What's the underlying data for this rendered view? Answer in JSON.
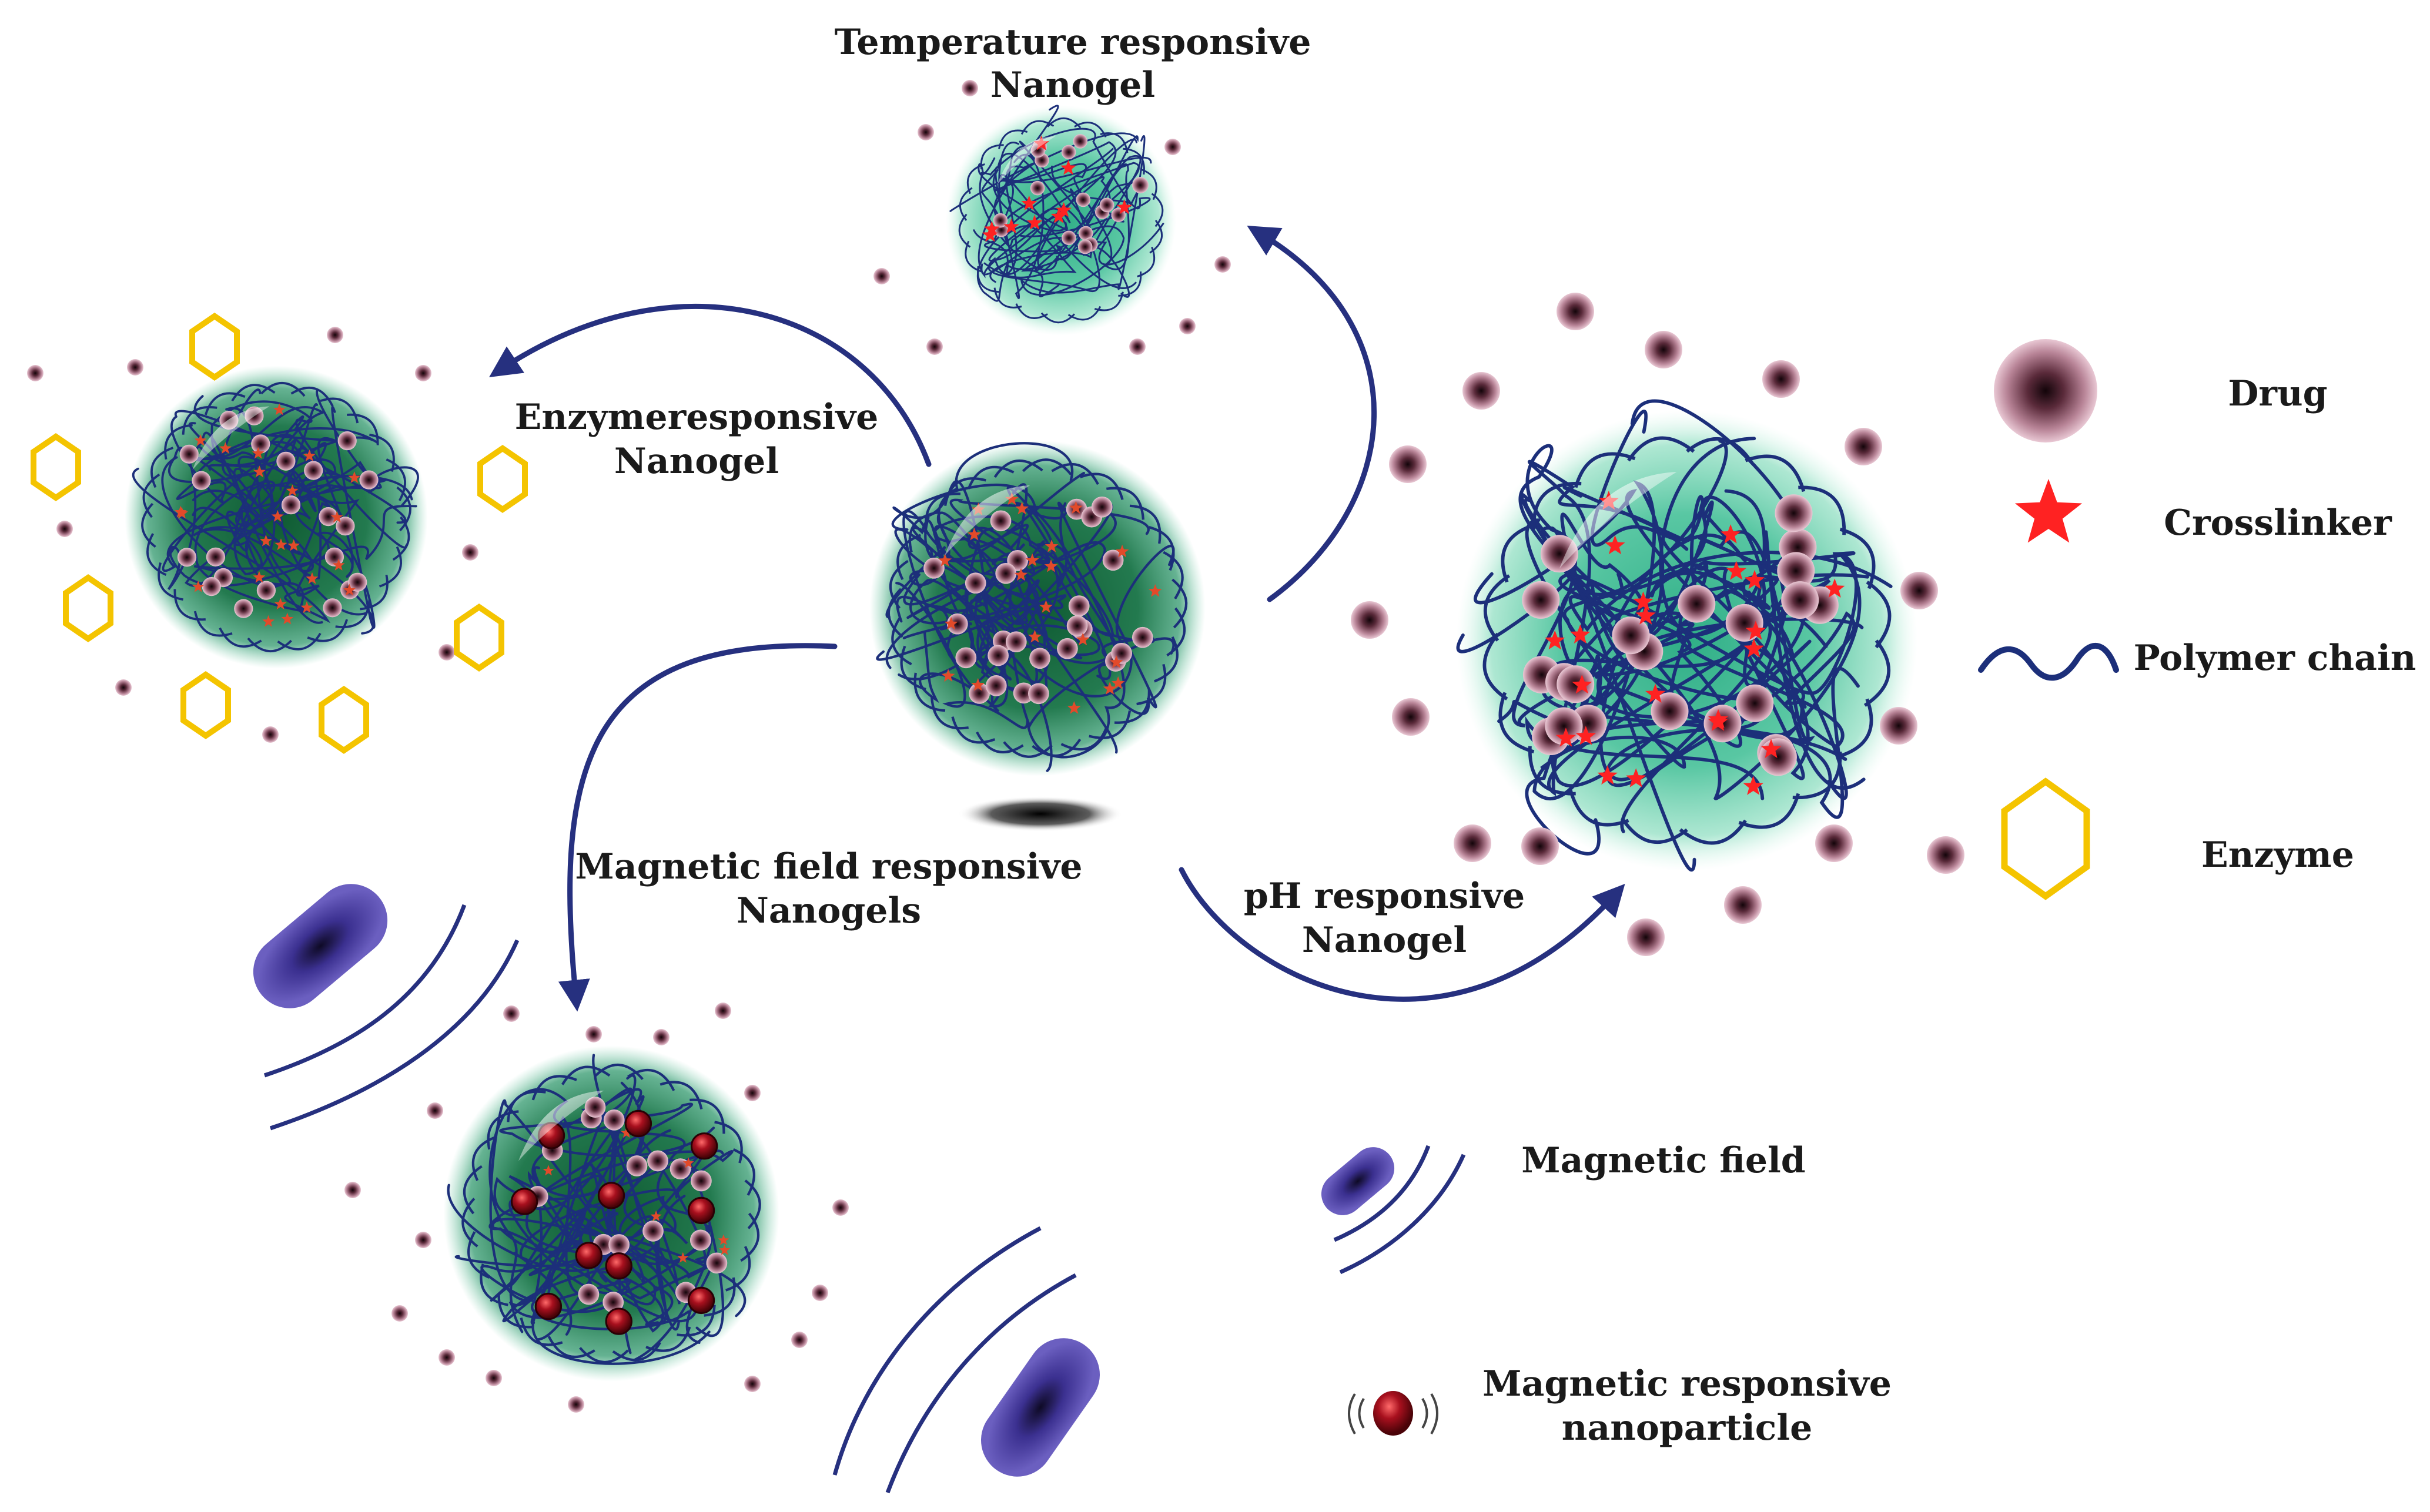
{
  "labels": {
    "temperature": [
      "Temperature responsive",
      "Nanogel"
    ],
    "enzyme": [
      "Enzymeresponsive",
      "Nanogel"
    ],
    "magnetic": [
      "Magnetic field responsive",
      "Nanogels"
    ],
    "ph": [
      "pH responsive",
      "Nanogel"
    ]
  },
  "legend": {
    "drug": "Drug",
    "crosslinker": "Crosslinker",
    "polymer_chain": "Polymer chain",
    "enzyme": "Enzyme",
    "magnetic_field": "Magnetic field",
    "magnetic_nanoparticle": [
      "Magnetic responsive",
      "nanoparticle"
    ]
  },
  "colors": {
    "arrow": "#26307f",
    "chain": "#1c2f7a",
    "gel_dark": "#1f6b45",
    "gel_light": "#5ec9a6",
    "drug_core": "#1a0a10",
    "drug_halo": "#c99aab",
    "crosslinker": "#ff2222",
    "enzyme": "#f4c400",
    "magnet": "#3a2f8c",
    "mnp": "#9c0c1c"
  }
}
